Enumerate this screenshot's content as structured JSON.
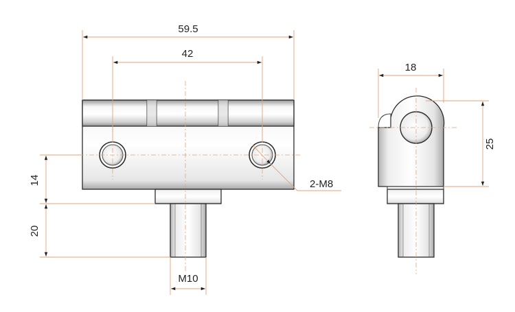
{
  "drawing": {
    "dimensions": {
      "overall_width": "59.5",
      "hole_spacing": "42",
      "side_width": "18",
      "side_height": "25",
      "body_height": "14",
      "shaft_length": "20",
      "shaft_thread": "M10",
      "hole_callout": "2-M8"
    },
    "colors": {
      "dimension_line": "#e3a37a",
      "outline": "#2b2b2b",
      "metal_light": "#f4f4f4",
      "metal_dark": "#a9a9a9"
    }
  }
}
